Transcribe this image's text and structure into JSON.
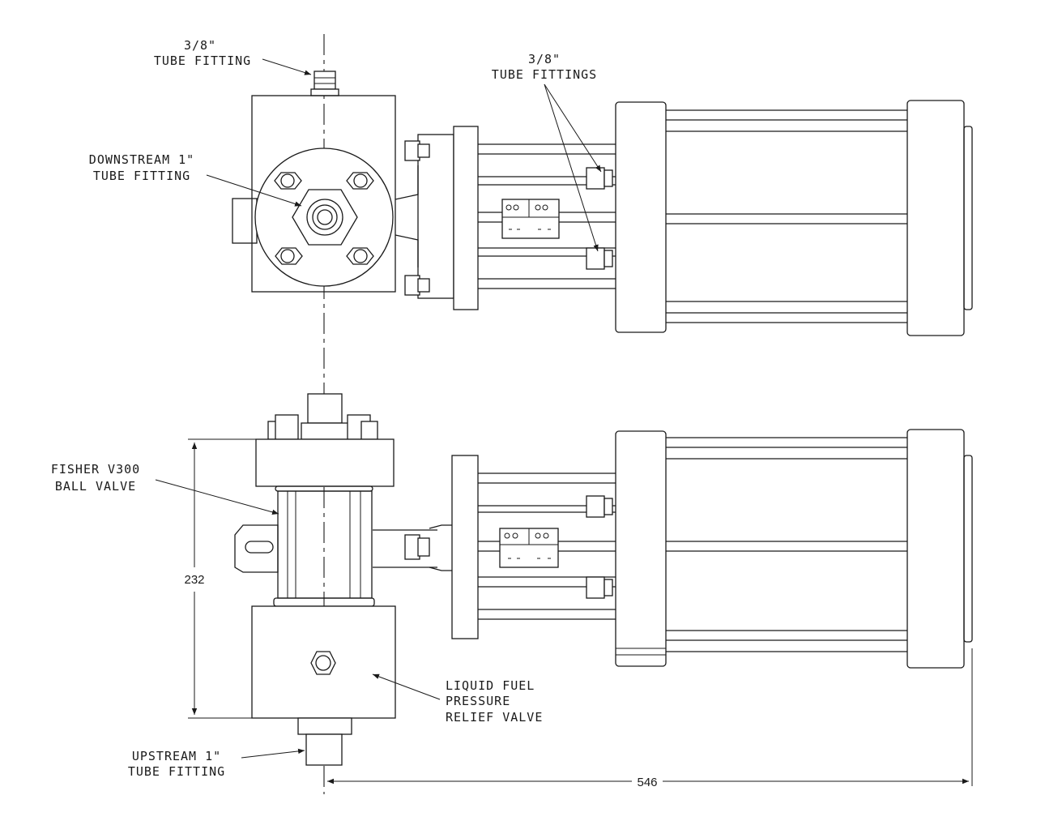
{
  "labels": {
    "top_fitting": [
      "3/8\"",
      "TUBE FITTING"
    ],
    "top_fittings_right": [
      "3/8\"",
      "TUBE FITTINGS"
    ],
    "downstream": [
      "DOWNSTREAM 1\"",
      "TUBE FITTING"
    ],
    "ball_valve": [
      "FISHER V300",
      "BALL VALVE"
    ],
    "relief_valve": [
      "LIQUID FUEL",
      "PRESSURE",
      "RELIEF VALVE"
    ],
    "upstream": [
      "UPSTREAM 1\"",
      "TUBE FITTING"
    ]
  },
  "dimensions": {
    "height": "232",
    "length": "546"
  }
}
